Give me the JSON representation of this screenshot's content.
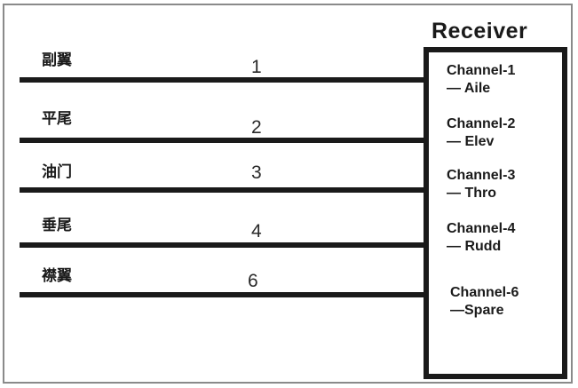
{
  "receiver": {
    "title": "Receiver"
  },
  "connections": [
    {
      "function_cn": "副翼",
      "channel_number": "1",
      "channel_name": "Channel-1",
      "channel_function": "— Aile"
    },
    {
      "function_cn": "平尾",
      "channel_number": "2",
      "channel_name": "Channel-2",
      "channel_function": "— Elev"
    },
    {
      "function_cn": "油门",
      "channel_number": "3",
      "channel_name": "Channel-3",
      "channel_function": "— Thro"
    },
    {
      "function_cn": "垂尾",
      "channel_number": "4",
      "channel_name": "Channel-4",
      "channel_function": "— Rudd"
    },
    {
      "function_cn": "襟翼",
      "channel_number": "6",
      "channel_name": "Channel-6",
      "channel_function": "—Spare"
    }
  ],
  "colors": {
    "line": "#1a1a1a",
    "frame": "#8a8a8a",
    "background": "#ffffff"
  }
}
